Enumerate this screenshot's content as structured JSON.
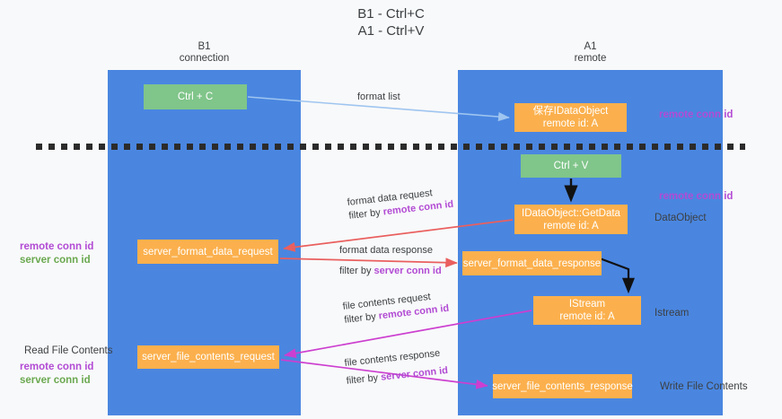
{
  "diagram": {
    "title": "B1 - Ctrl+C\nA1 - Ctrl+V",
    "lanes": [
      {
        "key": "b1",
        "heading": "B1\nconnection"
      },
      {
        "key": "a1",
        "heading": "A1\nremote"
      }
    ],
    "nodes": {
      "ctrl_c": {
        "label": "Ctrl + C",
        "color": "#80c58a"
      },
      "save_dataobject": {
        "label": "保存IDataObject\nremote id: A",
        "color": "#fbb04d"
      },
      "ctrl_v": {
        "label": "Ctrl + V",
        "color": "#80c58a"
      },
      "getdata": {
        "label": "IDataObject::GetData\nremote id: A",
        "color": "#fbb04d"
      },
      "server_format_data_request": {
        "label": "server_format_data_request",
        "color": "#fbb04d"
      },
      "server_format_data_response": {
        "label": "server_format_data_response",
        "color": "#fbb04d"
      },
      "istream": {
        "label": "IStream\nremote id: A",
        "color": "#fbb04d"
      },
      "server_file_contents_request": {
        "label": "server_file_contents_request",
        "color": "#fbb04d"
      },
      "server_file_contents_response": {
        "label": "server_file_contents_response",
        "color": "#fbb04d"
      }
    },
    "edges": {
      "format_list": {
        "caption": "format list",
        "color": "#9fc5f0"
      },
      "format_data_request": {
        "caption": "format data request",
        "filter_prefix": "filter by ",
        "filter_key": "remote conn id",
        "color": "#ea5f5f"
      },
      "format_data_response": {
        "caption": "format data response",
        "filter_prefix": "filter by ",
        "filter_key": "server conn id",
        "color": "#ea5f5f"
      },
      "file_contents_request": {
        "caption": "file contents request",
        "filter_prefix": "filter by ",
        "filter_key": "remote conn id",
        "color": "#cc3fd0"
      },
      "file_contents_response": {
        "caption": "file contents response",
        "filter_prefix": "filter by ",
        "filter_key": "server conn id",
        "color": "#cc3fd0"
      }
    },
    "side_labels": {
      "remote_conn_id_top": "remote conn id",
      "remote_conn_id_mid": "remote conn id",
      "dataobject": "DataObject",
      "istream": "Istream",
      "write_file_contents": "Write File Contents",
      "read_file_contents": "Read File Contents",
      "remote_conn_id": "remote conn id",
      "server_conn_id": "server conn id"
    },
    "colors": {
      "lane": "#4a86e0",
      "green_node": "#80c58a",
      "orange_node": "#fbb04d",
      "pink_text": "#b24bd4",
      "green_text": "#6aa84f",
      "red_arrow": "#ea5f5f",
      "magenta_arrow": "#cc3fd0",
      "blue_arrow": "#9fc5f0",
      "divider": "#2b2b2b",
      "background": "#f8f9fa"
    }
  }
}
